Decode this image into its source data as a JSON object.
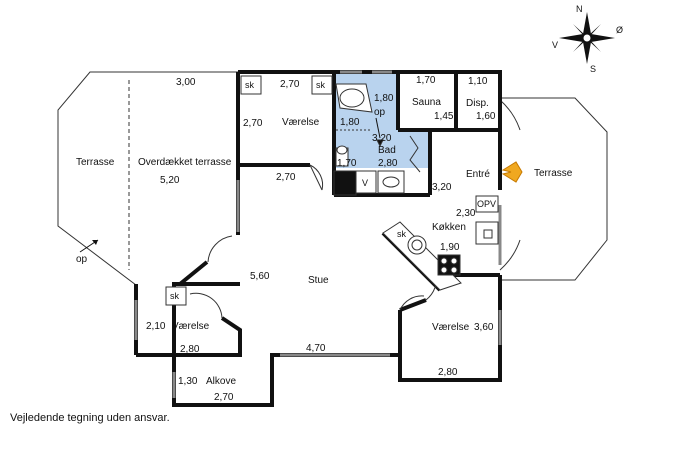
{
  "compass": {
    "n": "N",
    "s": "S",
    "v": "V",
    "o": "Ø"
  },
  "rooms": {
    "terrasse_left": "Terrasse",
    "overdaekket": "Overdækket terrasse",
    "vaerelse_top": "Værelse",
    "bad": "Bad",
    "sauna": "Sauna",
    "disp": "Disp.",
    "entre": "Entré",
    "terrasse_right": "Terrasse",
    "koekken": "Køkken",
    "stue": "Stue",
    "vaerelse_left": "Værelse",
    "vaerelse_right": "Værelse",
    "alkove": "Alkove"
  },
  "dims": {
    "d_300": "3,00",
    "d_520": "5,20",
    "d_270_top": "2,70",
    "d_270_side": "2,70",
    "d_180_a": "1,80",
    "d_180_b": "1,80",
    "d_320_a": "3,20",
    "d_280_bad": "2,80",
    "d_170_bad": "1,70",
    "d_170_sauna": "1,70",
    "d_145": "1,45",
    "d_110": "1,10",
    "d_160": "1,60",
    "d_270_mid": "2,70",
    "d_320_b": "3,20",
    "d_230": "2,30",
    "d_190": "1,90",
    "d_560": "5,60",
    "d_210": "2,10",
    "d_280_left": "2,80",
    "d_470": "4,70",
    "d_360": "3,60",
    "d_280_right": "2,80",
    "d_130": "1,30",
    "d_270_alk": "2,70"
  },
  "fixtures": {
    "sk": "sk",
    "opv": "OPV",
    "op": "op",
    "v": "V"
  },
  "caption": "Vejledende tegning uden ansvar."
}
